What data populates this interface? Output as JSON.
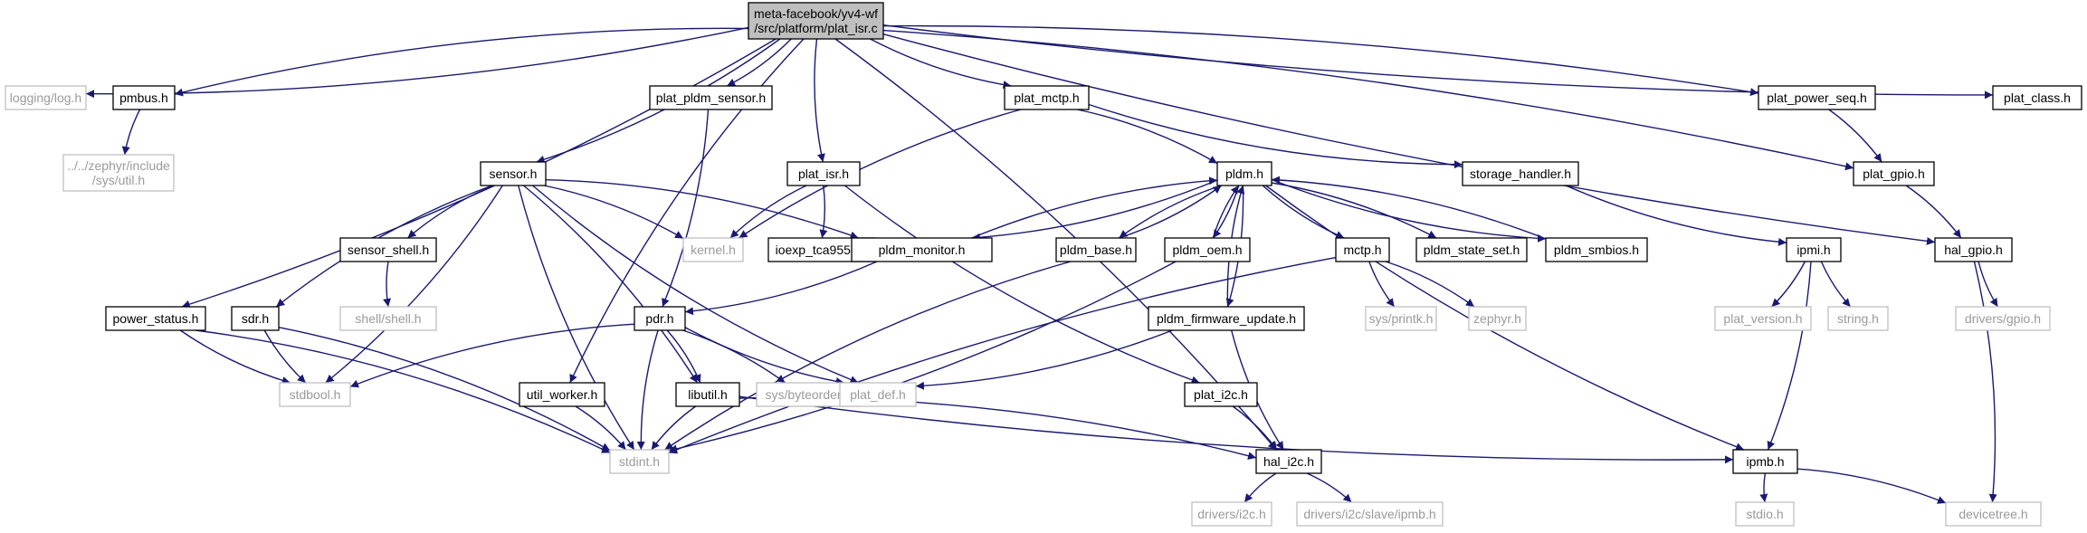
{
  "colors": {
    "edge": "#191970",
    "root_fill": "#bfbfbf",
    "external_border": "#bfbfbf",
    "external_text": "#9a9a9a"
  },
  "nodes": [
    {
      "id": "root",
      "label": [
        "meta-facebook/yv4-wf",
        "/src/platform/plat_isr.c"
      ],
      "kind": "root"
    },
    {
      "id": "logging_log",
      "label": [
        "logging/log.h"
      ],
      "kind": "external"
    },
    {
      "id": "pmbus",
      "label": [
        "pmbus.h"
      ],
      "kind": "normal"
    },
    {
      "id": "zephyr_util",
      "label": [
        "../../zephyr/include",
        "/sys/util.h"
      ],
      "kind": "external"
    },
    {
      "id": "plat_pldm_sensor",
      "label": [
        "plat_pldm_sensor.h"
      ],
      "kind": "normal"
    },
    {
      "id": "plat_mctp",
      "label": [
        "plat_mctp.h"
      ],
      "kind": "normal"
    },
    {
      "id": "plat_power_seq",
      "label": [
        "plat_power_seq.h"
      ],
      "kind": "normal"
    },
    {
      "id": "plat_class",
      "label": [
        "plat_class.h"
      ],
      "kind": "normal"
    },
    {
      "id": "sensor",
      "label": [
        "sensor.h"
      ],
      "kind": "normal"
    },
    {
      "id": "plat_isr_h",
      "label": [
        "plat_isr.h"
      ],
      "kind": "normal"
    },
    {
      "id": "pldm",
      "label": [
        "pldm.h"
      ],
      "kind": "normal"
    },
    {
      "id": "storage_handler",
      "label": [
        "storage_handler.h"
      ],
      "kind": "normal"
    },
    {
      "id": "plat_gpio",
      "label": [
        "plat_gpio.h"
      ],
      "kind": "normal"
    },
    {
      "id": "sensor_shell",
      "label": [
        "sensor_shell.h"
      ],
      "kind": "normal"
    },
    {
      "id": "kernel",
      "label": [
        "kernel.h"
      ],
      "kind": "external"
    },
    {
      "id": "ioexp",
      "label": [
        "ioexp_tca9555.h"
      ],
      "kind": "normal"
    },
    {
      "id": "pldm_monitor",
      "label": [
        "pldm_monitor.h"
      ],
      "kind": "normal"
    },
    {
      "id": "pldm_base",
      "label": [
        "pldm_base.h"
      ],
      "kind": "normal"
    },
    {
      "id": "pldm_oem",
      "label": [
        "pldm_oem.h"
      ],
      "kind": "normal"
    },
    {
      "id": "mctp",
      "label": [
        "mctp.h"
      ],
      "kind": "normal"
    },
    {
      "id": "pldm_state_set",
      "label": [
        "pldm_state_set.h"
      ],
      "kind": "normal"
    },
    {
      "id": "pldm_smbios",
      "label": [
        "pldm_smbios.h"
      ],
      "kind": "normal"
    },
    {
      "id": "ipmi",
      "label": [
        "ipmi.h"
      ],
      "kind": "normal"
    },
    {
      "id": "hal_gpio",
      "label": [
        "hal_gpio.h"
      ],
      "kind": "normal"
    },
    {
      "id": "shell_shell",
      "label": [
        "shell/shell.h"
      ],
      "kind": "external"
    },
    {
      "id": "power_status",
      "label": [
        "power_status.h"
      ],
      "kind": "normal"
    },
    {
      "id": "sdr",
      "label": [
        "sdr.h"
      ],
      "kind": "normal"
    },
    {
      "id": "pdr",
      "label": [
        "pdr.h"
      ],
      "kind": "normal"
    },
    {
      "id": "pldm_fw_update",
      "label": [
        "pldm_firmware_update.h"
      ],
      "kind": "normal"
    },
    {
      "id": "sys_printk",
      "label": [
        "sys/printk.h"
      ],
      "kind": "external"
    },
    {
      "id": "zephyr_h",
      "label": [
        "zephyr.h"
      ],
      "kind": "external"
    },
    {
      "id": "plat_version",
      "label": [
        "plat_version.h"
      ],
      "kind": "external"
    },
    {
      "id": "string_h",
      "label": [
        "string.h"
      ],
      "kind": "external"
    },
    {
      "id": "drivers_gpio",
      "label": [
        "drivers/gpio.h"
      ],
      "kind": "external"
    },
    {
      "id": "stdbool",
      "label": [
        "stdbool.h"
      ],
      "kind": "external"
    },
    {
      "id": "sys_byteorder",
      "label": [
        "sys/byteorder.h"
      ],
      "kind": "external"
    },
    {
      "id": "plat_def",
      "label": [
        "plat_def.h"
      ],
      "kind": "external"
    },
    {
      "id": "util_worker",
      "label": [
        "util_worker.h"
      ],
      "kind": "normal"
    },
    {
      "id": "libutil",
      "label": [
        "libutil.h"
      ],
      "kind": "normal"
    },
    {
      "id": "plat_i2c",
      "label": [
        "plat_i2c.h"
      ],
      "kind": "normal"
    },
    {
      "id": "stdint",
      "label": [
        "stdint.h"
      ],
      "kind": "external"
    },
    {
      "id": "hal_i2c",
      "label": [
        "hal_i2c.h"
      ],
      "kind": "normal"
    },
    {
      "id": "ipmb",
      "label": [
        "ipmb.h"
      ],
      "kind": "normal"
    },
    {
      "id": "drivers_i2c",
      "label": [
        "drivers/i2c.h"
      ],
      "kind": "external"
    },
    {
      "id": "drivers_i2c_slave_ipmb",
      "label": [
        "drivers/i2c/slave/ipmb.h"
      ],
      "kind": "external"
    },
    {
      "id": "stdio",
      "label": [
        "stdio.h"
      ],
      "kind": "external"
    },
    {
      "id": "devicetree",
      "label": [
        "devicetree.h"
      ],
      "kind": "external"
    }
  ]
}
